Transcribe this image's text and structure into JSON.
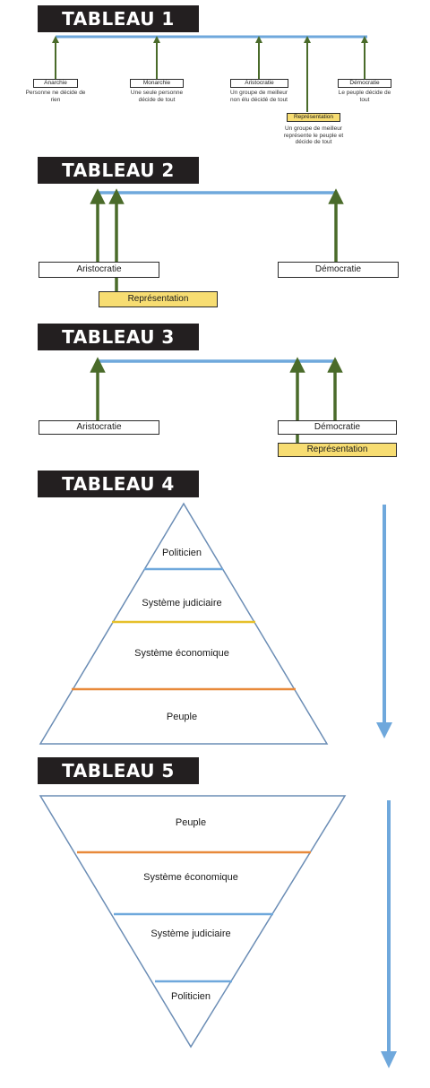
{
  "tableau1": {
    "title": "TABLEAU 1",
    "boxes": [
      "Anarchie",
      "Monarchie",
      "Aristocratie",
      "Démocratie"
    ],
    "descs": [
      "Personne ne décide de rien",
      "Une seule personne décide de tout",
      "Un groupe de meilleur non élu décidé de tout",
      "Le peuple décide de tout"
    ],
    "representation": "Représentation",
    "representation_desc": "Un groupe de meilleur représente le peuple et décide de tout"
  },
  "tableau2": {
    "title": "TABLEAU 2",
    "aristocratie": "Aristocratie",
    "democratie": "Démocratie",
    "representation": "Représentation"
  },
  "tableau3": {
    "title": "TABLEAU 3",
    "aristocratie": "Aristocratie",
    "democratie": "Démocratie",
    "representation": "Représentation"
  },
  "tableau4": {
    "title": "TABLEAU 4",
    "levels": [
      "Politicien",
      "Système judiciaire",
      "Système économique",
      "Peuple"
    ]
  },
  "tableau5": {
    "title": "TABLEAU 5",
    "levels": [
      "Peuple",
      "Système économique",
      "Système judiciaire",
      "Politicien"
    ]
  },
  "colors": {
    "blue": "#6fa8dc",
    "green": "#4a6b2a",
    "yellow": "#f7dd72",
    "orange": "#e8893a",
    "gold": "#e6c02a",
    "banner": "#231f20"
  }
}
